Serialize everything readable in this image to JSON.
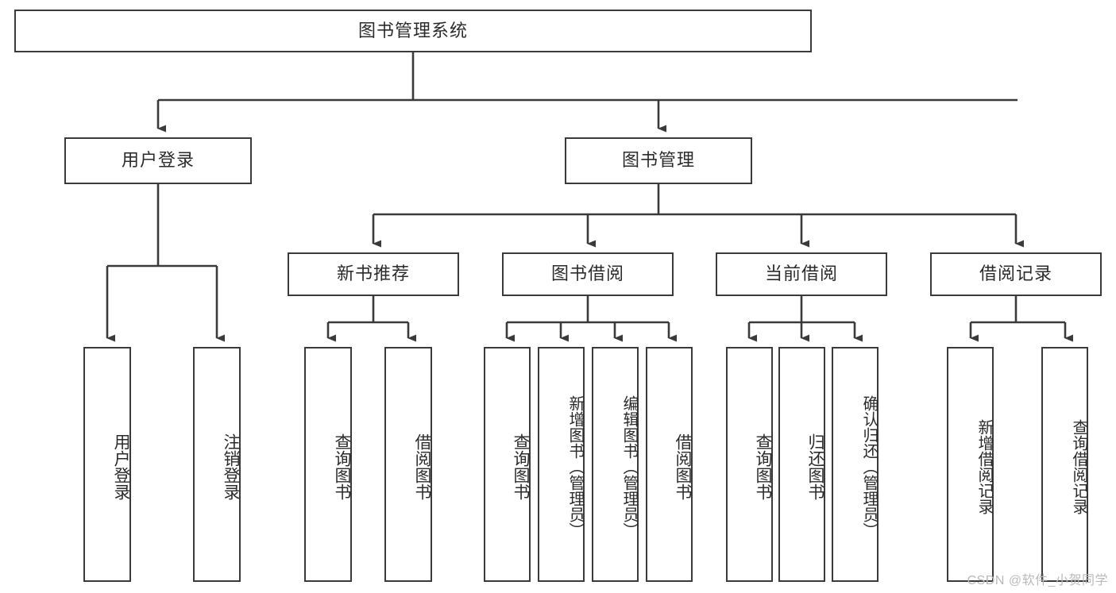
{
  "diagram": {
    "type": "tree-hierarchy",
    "title": "图书管理系统",
    "colors": {
      "background": "#ffffff",
      "box_border": "#3a3a3a",
      "connector": "#3a3a3a",
      "text": "#2b2b2b",
      "watermark": "#b9b9b9"
    },
    "levels": {
      "root": {
        "label": "图书管理系统"
      },
      "level2": [
        {
          "label": "用户登录"
        },
        {
          "label": "图书管理"
        }
      ],
      "level3": [
        {
          "label": "新书推荐"
        },
        {
          "label": "图书借阅"
        },
        {
          "label": "当前借阅"
        },
        {
          "label": "借阅记录"
        }
      ],
      "leaves": {
        "user_login": [
          {
            "label": "用户登录"
          },
          {
            "label": "注销登录"
          }
        ],
        "new_book_recommend": [
          {
            "label": "查询图书"
          },
          {
            "label": "借阅图书"
          }
        ],
        "book_borrow": [
          {
            "label": "查询图书"
          },
          {
            "label": "新增图书（管理员）"
          },
          {
            "label": "编辑图书（管理员）"
          },
          {
            "label": "借阅图书"
          }
        ],
        "current_borrow": [
          {
            "label": "查询图书"
          },
          {
            "label": "归还图书"
          },
          {
            "label": "确认归还（管理员）"
          }
        ],
        "borrow_record": [
          {
            "label": "新增借阅记录"
          },
          {
            "label": "查询借阅记录"
          }
        ]
      }
    }
  },
  "watermark": {
    "text": "CSDN @软件_小贺同学"
  }
}
